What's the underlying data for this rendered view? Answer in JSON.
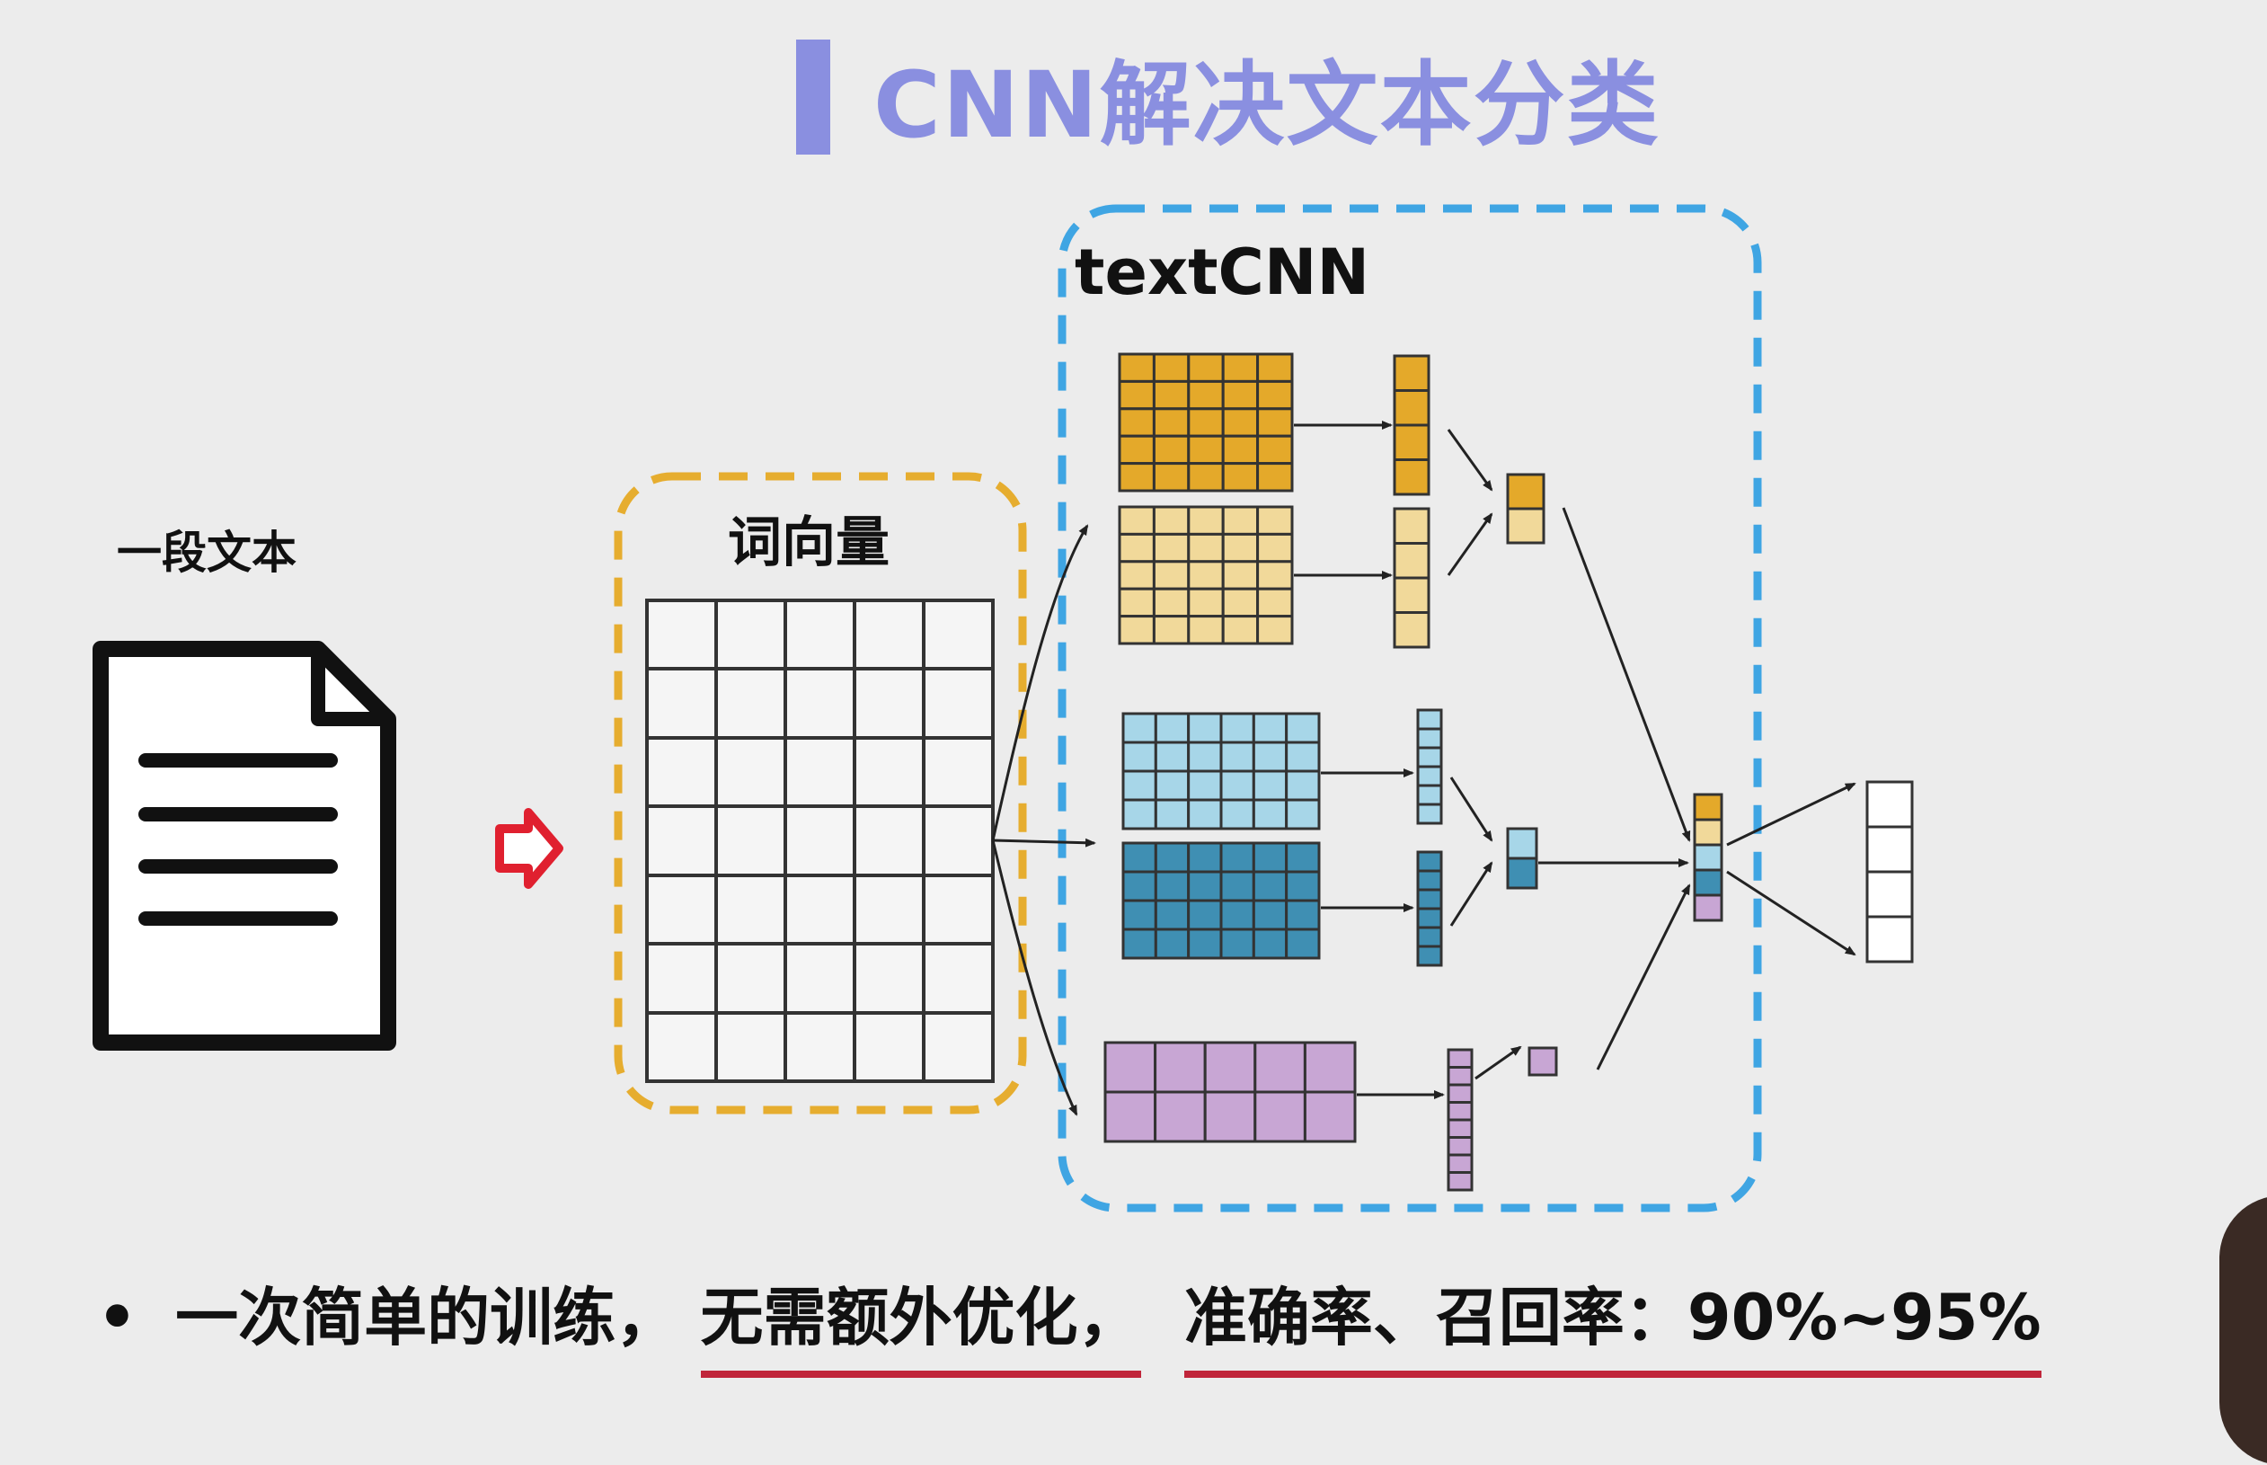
{
  "title": "CNN解决文本分类",
  "doc_label": "一段文本",
  "word_vector_label": "词向量",
  "textcnn_label": "textCNN",
  "bullet": {
    "marker": "•",
    "part1": "一次简单的训练，",
    "part2": "无需额外优化，",
    "part3": "准确率、召回率：90%~95%"
  },
  "colors": {
    "title": "#8a8fe0",
    "orange_dash": "#e6ad2f",
    "blue_dash": "#3fa5e3",
    "arrow_red": "#e0202f",
    "underline": "#c0253a",
    "dark_orange": "#e4a92a",
    "light_orange": "#f1d99a",
    "light_blue": "#a7d6e8",
    "dark_blue": "#3f8fb3",
    "purple": "#c8a6d4"
  },
  "icons": [
    "document-icon",
    "right-arrow-icon"
  ]
}
